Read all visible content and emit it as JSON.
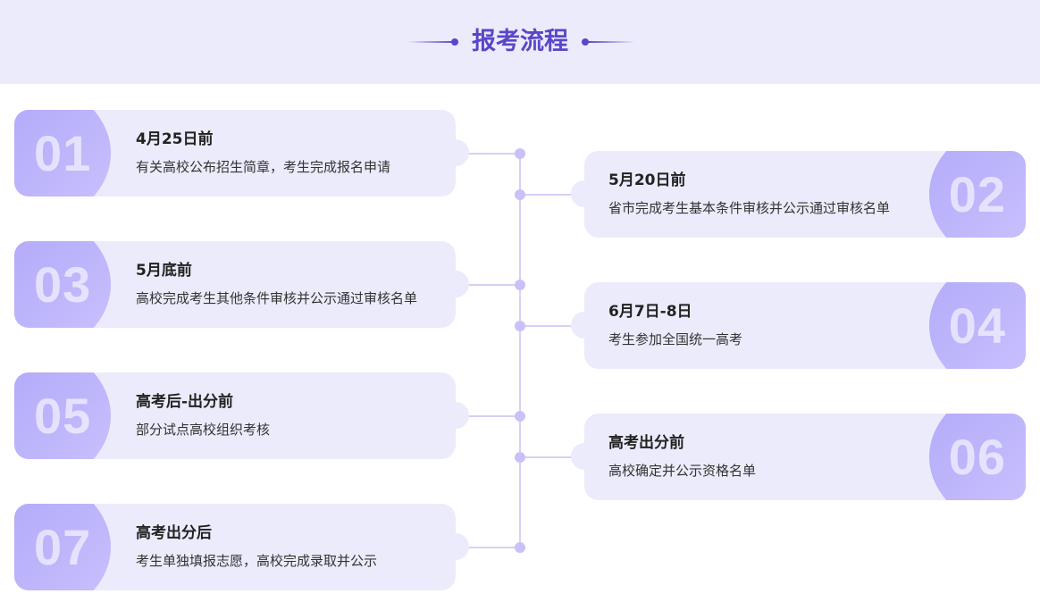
{
  "header": {
    "title": "报考流程"
  },
  "steps": [
    {
      "number": "01",
      "date": "4月25日前",
      "description": "有关高校公布招生简章，考生完成报名申请"
    },
    {
      "number": "02",
      "date": "5月20日前",
      "description": "省市完成考生基本条件审核并公示通过审核名单"
    },
    {
      "number": "03",
      "date": "5月底前",
      "description": "高校完成考生其他条件审核并公示通过审核名单"
    },
    {
      "number": "04",
      "date": "6月7日-8日",
      "description": "考生参加全国统一高考"
    },
    {
      "number": "05",
      "date": "高考后-出分前",
      "description": "部分试点高校组织考核"
    },
    {
      "number": "06",
      "date": "高考出分前",
      "description": "高校确定并公示资格名单"
    },
    {
      "number": "07",
      "date": "高考出分后",
      "description": "考生单独填报志愿，高校完成录取并公示"
    }
  ],
  "colors": {
    "accent": "#5a46c8",
    "card_bg": "#ebebfb",
    "number_block": "#b4acfa",
    "timeline": "#d6d0f7"
  }
}
